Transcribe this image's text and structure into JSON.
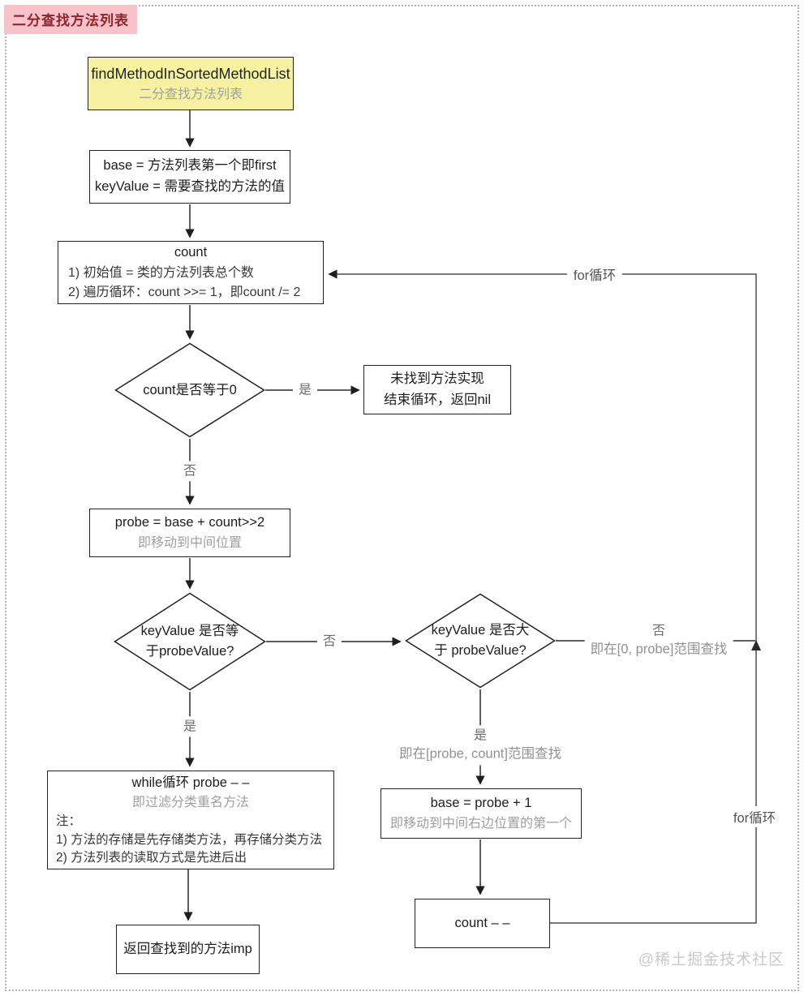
{
  "page": {
    "tag": "二分查找方法列表",
    "watermark": "@稀土掘金技术社区"
  },
  "colors": {
    "tag_bg": "#f7c2ca",
    "tag_text": "#8c252c",
    "start_bg": "#f6f2a2",
    "line": "#2a2a2a",
    "gray_text": "#9f9f9f",
    "label_gray": "#6e6e6e",
    "watermark_gray": "#c9c9c9"
  },
  "nodes": {
    "start": {
      "title": "findMethodInSortedMethodList",
      "subtitle": "二分查找方法列表"
    },
    "init": {
      "line1": "base = 方法列表第一个即first",
      "line2": "keyValue = 需要查找的方法的值"
    },
    "count": {
      "title": "count",
      "note1": "1) 初始值 = 类的方法列表总个数",
      "note2": "2) 遍历循环：count >>= 1，即count /= 2"
    },
    "check_zero": {
      "text": "count是否等于0"
    },
    "not_found": {
      "line1": "未找到方法实现",
      "line2": "结束循环，返回nil"
    },
    "probe": {
      "title": "probe = base + count>>2",
      "subtitle": "即移动到中间位置"
    },
    "check_equal": {
      "line1": "keyValue 是否等",
      "line2": "于probeValue?"
    },
    "check_greater": {
      "line1": "keyValue 是否大",
      "line2": "于 probeValue?"
    },
    "while_filter": {
      "title": "while循环 probe – –",
      "subtitle": "即过滤分类重名方法",
      "note_label": "注：",
      "note1": "1) 方法的存储是先存储类方法，再存储分类方法",
      "note2": "2) 方法列表的读取方式是先进后出"
    },
    "return_imp": {
      "text": "返回查找到的方法imp"
    },
    "base_next": {
      "title": "base = probe + 1",
      "subtitle": "即移动到中间右边位置的第一个"
    },
    "count_dec": {
      "text": "count – –"
    }
  },
  "edges": {
    "yes1": "是",
    "no1": "否",
    "no2": "否",
    "yes2": "是",
    "yes3": "是",
    "yes3_note": "即在[probe, count]范围查找",
    "no3": "否",
    "no3_note": "即在[0, probe]范围查找",
    "loop_top": "for循环",
    "loop_right": "for循环"
  }
}
